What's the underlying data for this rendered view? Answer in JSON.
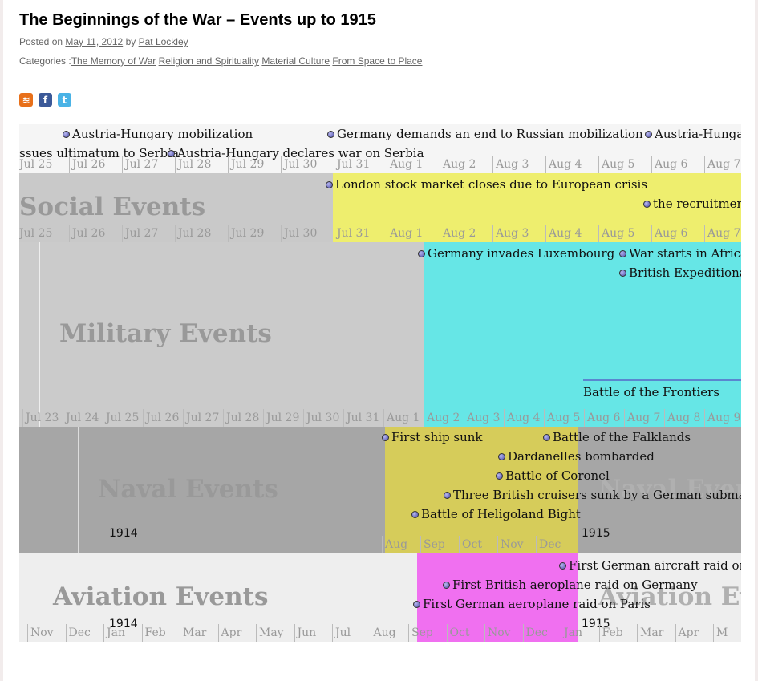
{
  "post": {
    "title": "The Beginnings of the War – Events up to 1915",
    "posted_on_label": "Posted on",
    "date": "May 11, 2012",
    "by_label": "by",
    "author": "Pat Lockley",
    "categories_label": "Categories :",
    "categories": [
      "The Memory of War",
      "Religion and Spirituality",
      "Material Culture",
      "From Space to Place"
    ]
  },
  "social": [
    {
      "icon": "rss-icon",
      "glyph": "≋"
    },
    {
      "icon": "facebook-icon",
      "glyph": "f"
    },
    {
      "icon": "twitter-icon",
      "glyph": "t"
    }
  ],
  "bands": {
    "top": {
      "events_row1": [
        "Austria-Hungary mobilization",
        "Germany demands an end to Russian mobilization",
        "Austria-Hungar"
      ],
      "events_row2": [
        "ssues ultimatum to Serbia",
        "Austria-Hungary declares war on Serbia"
      ],
      "ticks": [
        "Jul 25",
        "Jul 26",
        "Jul 27",
        "Jul 28",
        "Jul 29",
        "Jul 30",
        "Jul 31",
        "Aug 1",
        "Aug 2",
        "Aug 3",
        "Aug 4",
        "Aug 5",
        "Aug 6",
        "Aug 7"
      ]
    },
    "social": {
      "title": "Social Events",
      "events": [
        "London stock market closes due to European crisis",
        "the recruitment"
      ],
      "ticks": [
        "Jul 25",
        "Jul 26",
        "Jul 27",
        "Jul 28",
        "Jul 29",
        "Jul 30",
        "Jul 31",
        "Aug 1",
        "Aug 2",
        "Aug 3",
        "Aug 4",
        "Aug 5",
        "Aug 6",
        "Aug 7"
      ],
      "highlight_color": "#eeee6e"
    },
    "military": {
      "title": "Military Events",
      "events": [
        "Germany invades Luxembourg",
        "War starts in Africa",
        "British Expeditionar",
        "Battle of the Frontiers"
      ],
      "ticks": [
        "Jul 23",
        "Jul 24",
        "Jul 25",
        "Jul 26",
        "Jul 27",
        "Jul 28",
        "Jul 29",
        "Jul 30",
        "Jul 31",
        "Aug 1",
        "Aug 2",
        "Aug 3",
        "Aug 4",
        "Aug 5",
        "Aug 6",
        "Aug 7",
        "Aug 8",
        "Aug 9"
      ],
      "highlight_color": "#66e6e6"
    },
    "naval": {
      "title": "Naval Events",
      "title_right": "Naval Even",
      "events": [
        "First ship sunk",
        "Battle of the Falklands",
        "Dardanelles bombarded",
        "Battle of Coronel",
        "Three British cruisers sunk by a German submarin",
        "Battle of Heligoland Bight"
      ],
      "months": [
        "Aug",
        "Sep",
        "Oct",
        "Nov",
        "Dec"
      ],
      "year_left": "1914",
      "year_right": "1915",
      "highlight_color": "#d6cc5a"
    },
    "aviation": {
      "title": "Aviation Events",
      "title_right": "Aviation Ev",
      "events": [
        "First German aircraft raid on E",
        "First British aeroplane raid on Germany",
        "First German aeroplane raid on Paris"
      ],
      "months": [
        "Nov",
        "Dec",
        "Jan",
        "Feb",
        "Mar",
        "Apr",
        "May",
        "Jun",
        "Jul",
        "Aug",
        "Sep",
        "Oct",
        "Nov",
        "Dec",
        "Jan",
        "Feb",
        "Mar",
        "Apr",
        "M"
      ],
      "year_left": "1914",
      "year_right": "1915",
      "highlight_color": "#f070f0"
    }
  }
}
